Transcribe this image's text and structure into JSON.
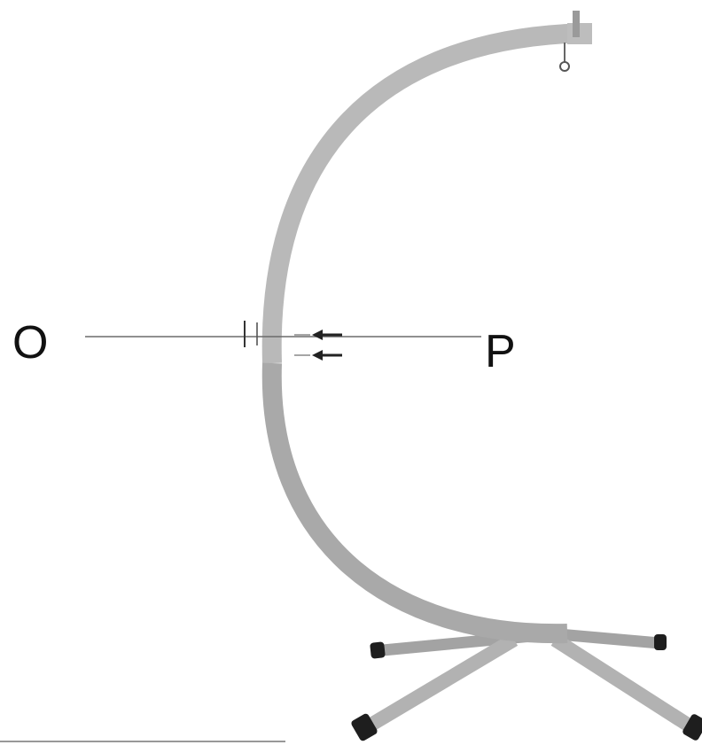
{
  "labels": {
    "left_point": "O",
    "right_point": "P"
  },
  "colors": {
    "bar": "#b9b9b9",
    "bar_edge": "#a4a4a4",
    "bar_lower": "#a9a9a9",
    "leg": "#a3a3a3",
    "foot": "#1e1e1e",
    "line": "#6b6b6b",
    "arrow": "#222222",
    "text": "#111111"
  },
  "icons": [
    "c-shaped-stand",
    "axis-line",
    "force-arrow",
    "hook"
  ]
}
